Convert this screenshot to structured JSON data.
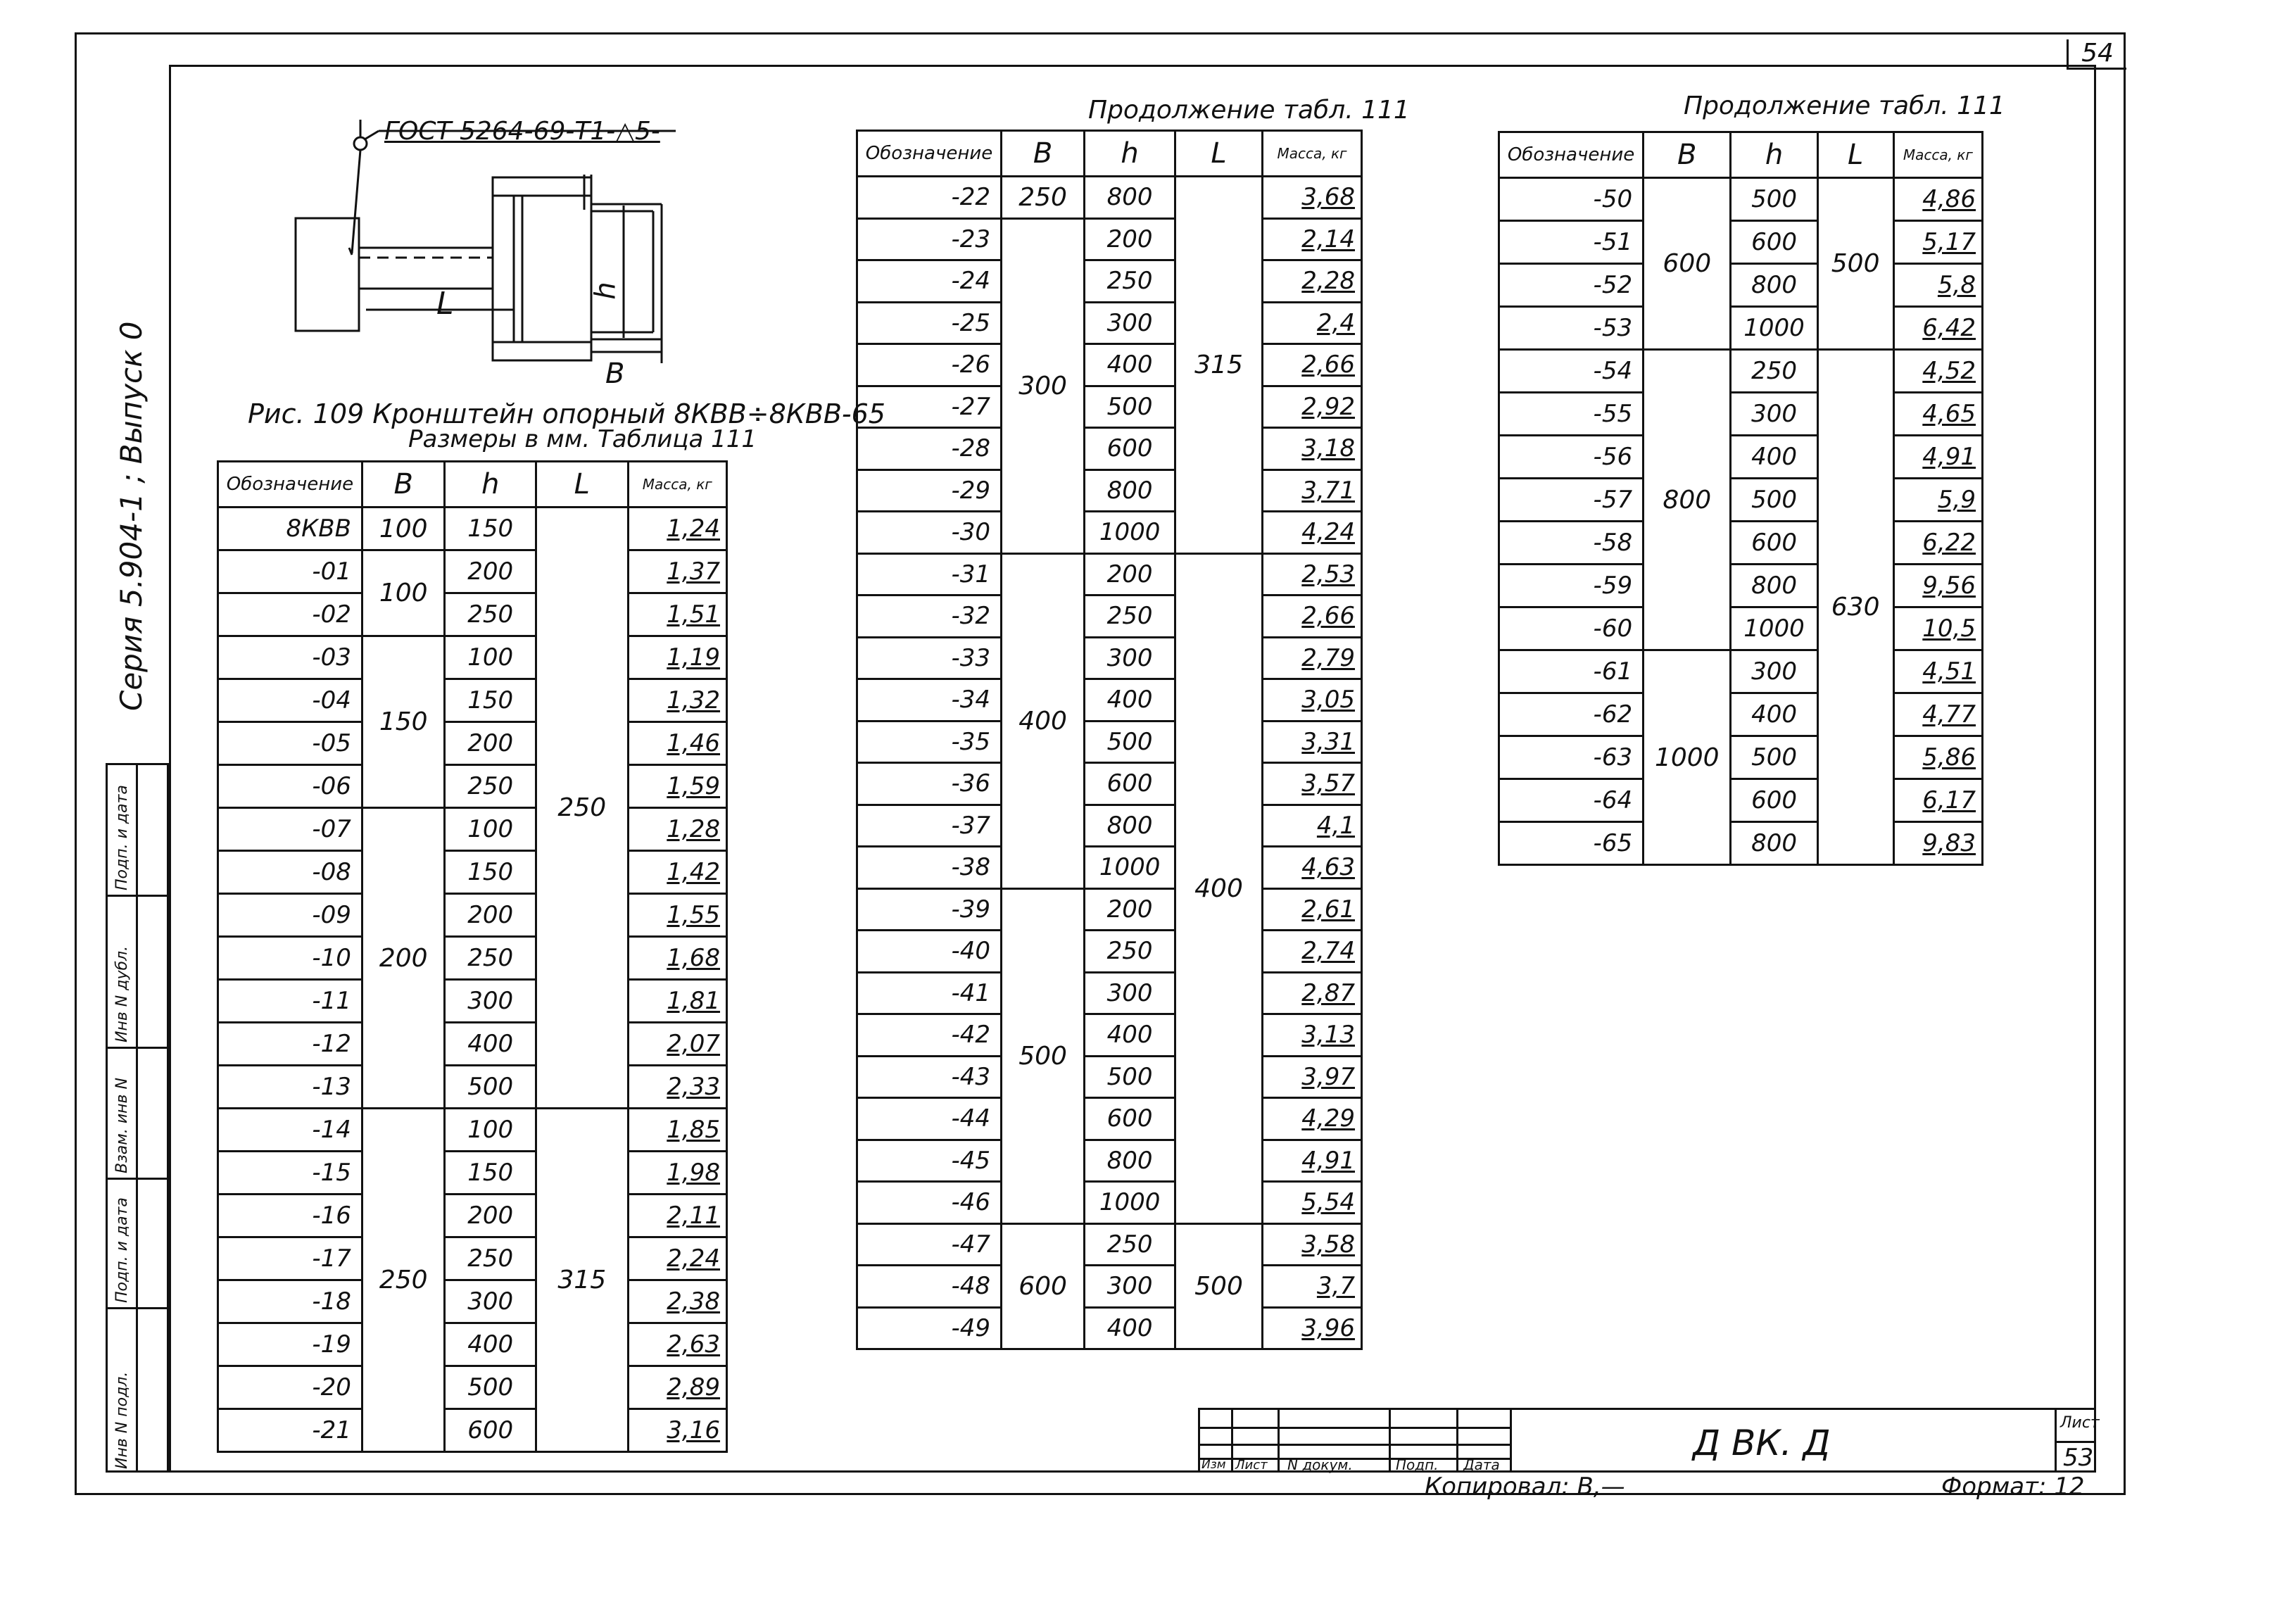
{
  "sheet": {
    "corner_number": "54",
    "series_text": "Серия 5.904-1 ;   Выпуск 0",
    "title_block": {
      "code": "Д ВК. Д",
      "sheet_label": "Лист",
      "sheet_number": "53",
      "columns": [
        "Изм",
        "Лист",
        "N докум.",
        "Подп.",
        "Дата"
      ],
      "copied_by": "Копировал: В,—",
      "format": "Формат: 12"
    },
    "stamp_labels": [
      "Инв N подл.",
      "Подп. и дата",
      "Взам. инв N",
      "Инв N дубл.",
      "Подп. и дата"
    ]
  },
  "figure": {
    "gost_label": "ГОСТ 5264-69-Т1-△5-",
    "dim_L": "L",
    "dim_h": "h",
    "dim_B": "В",
    "caption": "Рис. 109 Кронштейн опорный 8КВВ÷8КВВ-65",
    "subcaption": "Размеры в мм. Таблица 111"
  },
  "tables_common": {
    "headers": [
      "Обозначение",
      "В",
      "h",
      "L",
      "Масса, кг"
    ]
  },
  "continuation_label": "Продолжение табл. 111",
  "table1": {
    "rows": [
      {
        "d": "8КВВ",
        "h": "150",
        "m": "1,24"
      },
      {
        "d": "-01",
        "h": "200",
        "m": "1,37"
      },
      {
        "d": "-02",
        "h": "250",
        "m": "1,51"
      },
      {
        "d": "-03",
        "h": "100",
        "m": "1,19"
      },
      {
        "d": "-04",
        "h": "150",
        "m": "1,32"
      },
      {
        "d": "-05",
        "h": "200",
        "m": "1,46"
      },
      {
        "d": "-06",
        "h": "250",
        "m": "1,59"
      },
      {
        "d": "-07",
        "h": "100",
        "m": "1,28"
      },
      {
        "d": "-08",
        "h": "150",
        "m": "1,42"
      },
      {
        "d": "-09",
        "h": "200",
        "m": "1,55"
      },
      {
        "d": "-10",
        "h": "250",
        "m": "1,68"
      },
      {
        "d": "-11",
        "h": "300",
        "m": "1,81"
      },
      {
        "d": "-12",
        "h": "400",
        "m": "2,07"
      },
      {
        "d": "-13",
        "h": "500",
        "m": "2,33"
      },
      {
        "d": "-14",
        "h": "100",
        "m": "1,85"
      },
      {
        "d": "-15",
        "h": "150",
        "m": "1,98"
      },
      {
        "d": "-16",
        "h": "200",
        "m": "2,11"
      },
      {
        "d": "-17",
        "h": "250",
        "m": "2,24"
      },
      {
        "d": "-18",
        "h": "300",
        "m": "2,38"
      },
      {
        "d": "-19",
        "h": "400",
        "m": "2,63"
      },
      {
        "d": "-20",
        "h": "500",
        "m": "2,89"
      },
      {
        "d": "-21",
        "h": "600",
        "m": "3,16"
      }
    ],
    "B_groups": [
      "100",
      "150",
      "200",
      "250"
    ],
    "L_groups": [
      "250",
      "315"
    ]
  },
  "table2": {
    "rows": [
      {
        "d": "-22",
        "h": "800",
        "m": "3,68"
      },
      {
        "d": "-23",
        "h": "200",
        "m": "2,14"
      },
      {
        "d": "-24",
        "h": "250",
        "m": "2,28"
      },
      {
        "d": "-25",
        "h": "300",
        "m": "2,4"
      },
      {
        "d": "-26",
        "h": "400",
        "m": "2,66"
      },
      {
        "d": "-27",
        "h": "500",
        "m": "2,92"
      },
      {
        "d": "-28",
        "h": "600",
        "m": "3,18"
      },
      {
        "d": "-29",
        "h": "800",
        "m": "3,71"
      },
      {
        "d": "-30",
        "h": "1000",
        "m": "4,24"
      },
      {
        "d": "-31",
        "h": "200",
        "m": "2,53"
      },
      {
        "d": "-32",
        "h": "250",
        "m": "2,66"
      },
      {
        "d": "-33",
        "h": "300",
        "m": "2,79"
      },
      {
        "d": "-34",
        "h": "400",
        "m": "3,05"
      },
      {
        "d": "-35",
        "h": "500",
        "m": "3,31"
      },
      {
        "d": "-36",
        "h": "600",
        "m": "3,57"
      },
      {
        "d": "-37",
        "h": "800",
        "m": "4,1"
      },
      {
        "d": "-38",
        "h": "1000",
        "m": "4,63"
      },
      {
        "d": "-39",
        "h": "200",
        "m": "2,61"
      },
      {
        "d": "-40",
        "h": "250",
        "m": "2,74"
      },
      {
        "d": "-41",
        "h": "300",
        "m": "2,87"
      },
      {
        "d": "-42",
        "h": "400",
        "m": "3,13"
      },
      {
        "d": "-43",
        "h": "500",
        "m": "3,97"
      },
      {
        "d": "-44",
        "h": "600",
        "m": "4,29"
      },
      {
        "d": "-45",
        "h": "800",
        "m": "4,91"
      },
      {
        "d": "-46",
        "h": "1000",
        "m": "5,54"
      },
      {
        "d": "-47",
        "h": "250",
        "m": "3,58"
      },
      {
        "d": "-48",
        "h": "300",
        "m": "3,7"
      },
      {
        "d": "-49",
        "h": "400",
        "m": "3,96"
      }
    ],
    "B_groups": [
      "250",
      "300",
      "400",
      "500",
      "600"
    ],
    "L_groups": [
      "315",
      "400",
      "500"
    ]
  },
  "table3": {
    "rows": [
      {
        "d": "-50",
        "h": "500",
        "m": "4,86"
      },
      {
        "d": "-51",
        "h": "600",
        "m": "5,17"
      },
      {
        "d": "-52",
        "h": "800",
        "m": "5,8"
      },
      {
        "d": "-53",
        "h": "1000",
        "m": "6,42"
      },
      {
        "d": "-54",
        "h": "250",
        "m": "4,52"
      },
      {
        "d": "-55",
        "h": "300",
        "m": "4,65"
      },
      {
        "d": "-56",
        "h": "400",
        "m": "4,91"
      },
      {
        "d": "-57",
        "h": "500",
        "m": "5,9"
      },
      {
        "d": "-58",
        "h": "600",
        "m": "6,22"
      },
      {
        "d": "-59",
        "h": "800",
        "m": "9,56"
      },
      {
        "d": "-60",
        "h": "1000",
        "m": "10,5"
      },
      {
        "d": "-61",
        "h": "300",
        "m": "4,51"
      },
      {
        "d": "-62",
        "h": "400",
        "m": "4,77"
      },
      {
        "d": "-63",
        "h": "500",
        "m": "5,86"
      },
      {
        "d": "-64",
        "h": "600",
        "m": "6,17"
      },
      {
        "d": "-65",
        "h": "800",
        "m": "9,83"
      }
    ],
    "B_groups": [
      "600",
      "800",
      "1000"
    ],
    "L_groups": [
      "500",
      "630"
    ]
  }
}
